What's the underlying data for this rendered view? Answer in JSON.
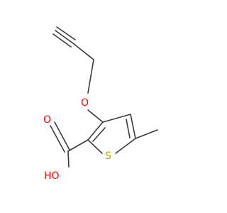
{
  "molecule": {
    "atoms": {
      "oxygen_ether": {
        "label": "O",
        "color": "#ff0000"
      },
      "oxygen_carbonyl": {
        "label": "O",
        "color": "#ff0000"
      },
      "hydroxyl": {
        "label": "HO",
        "color": "#ff0000"
      },
      "sulfur": {
        "label": "S",
        "color": "#c8a400"
      }
    },
    "bond_color": "#3a3a3a"
  }
}
